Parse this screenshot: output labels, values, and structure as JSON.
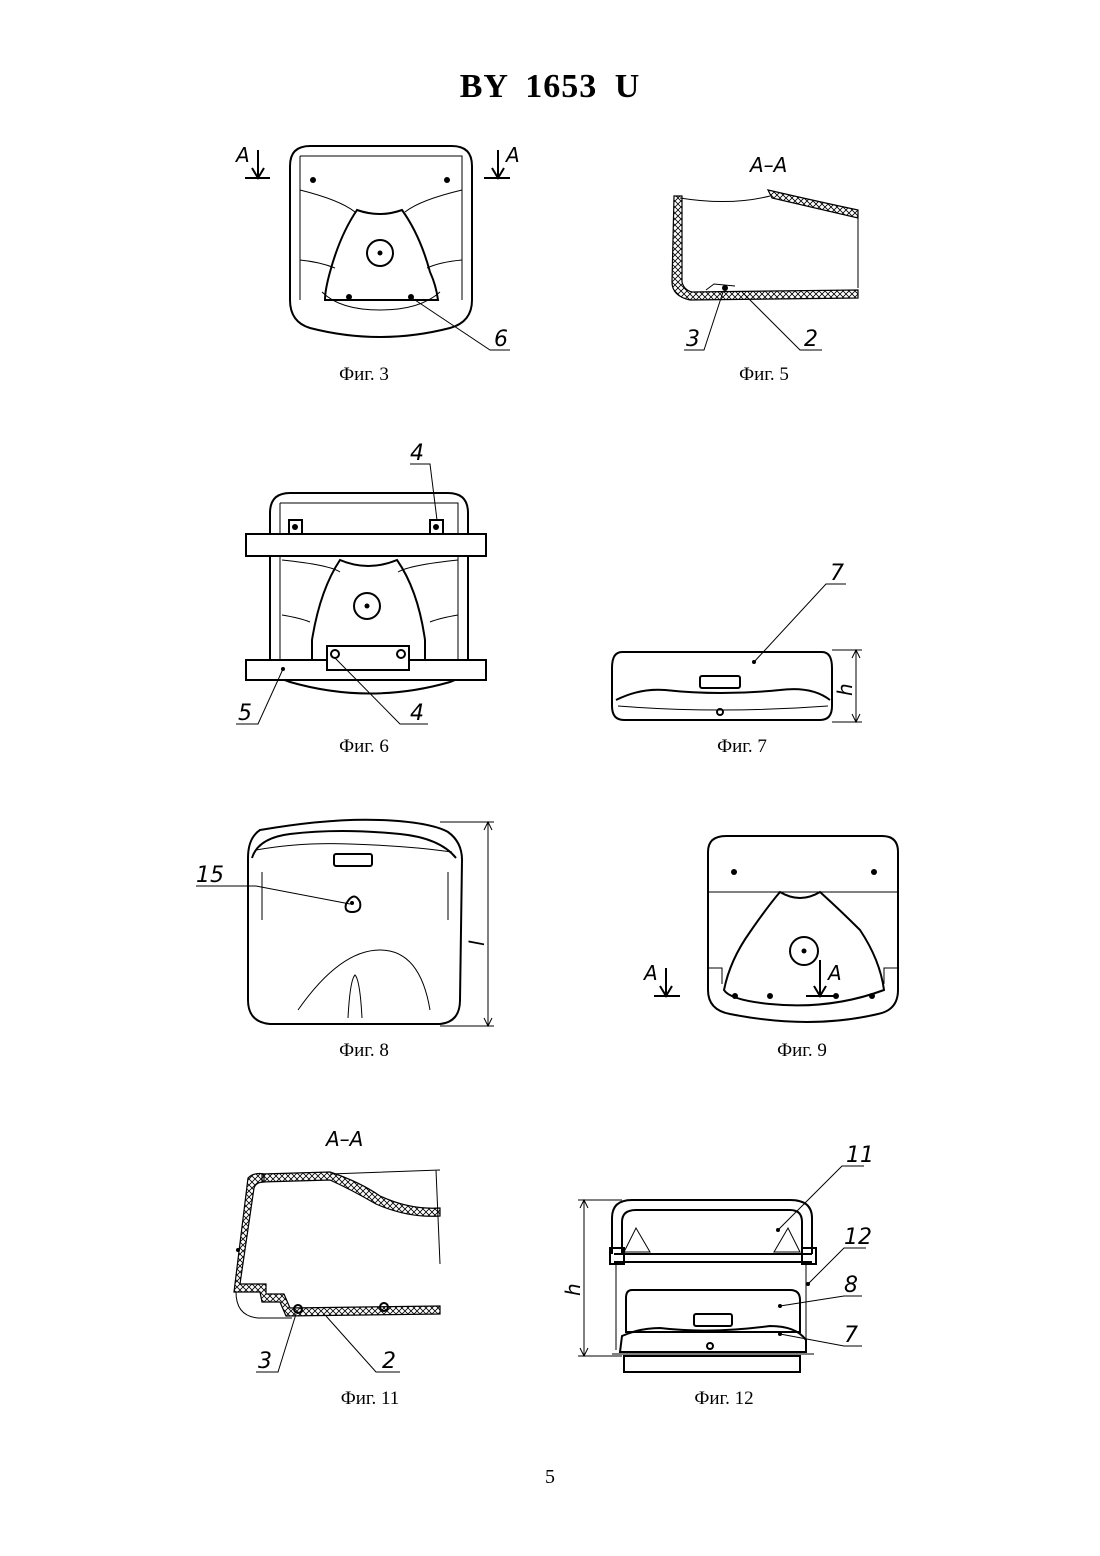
{
  "header": {
    "title": "BY  1653  U"
  },
  "figures": {
    "fig3": {
      "caption": "Фиг. 3",
      "labels": [
        "6"
      ],
      "section": [
        "A",
        "A"
      ]
    },
    "fig5": {
      "caption": "Фиг. 5",
      "labels": [
        "3",
        "2"
      ],
      "section_title": "A–A"
    },
    "fig6": {
      "caption": "Фиг. 6",
      "labels": [
        "4",
        "4",
        "5"
      ]
    },
    "fig7": {
      "caption": "Фиг. 7",
      "labels": [
        "7",
        "h"
      ]
    },
    "fig8": {
      "caption": "Фиг. 8",
      "labels": [
        "15",
        "l"
      ]
    },
    "fig9": {
      "caption": "Фиг. 9",
      "section": [
        "A",
        "A"
      ]
    },
    "fig11": {
      "caption": "Фиг. 11",
      "labels": [
        "3",
        "2"
      ],
      "section_title": "A–A"
    },
    "fig12": {
      "caption": "Фиг. 12",
      "labels": [
        "11",
        "12",
        "8",
        "7",
        "h"
      ]
    }
  },
  "footer": {
    "page_number": "5"
  }
}
